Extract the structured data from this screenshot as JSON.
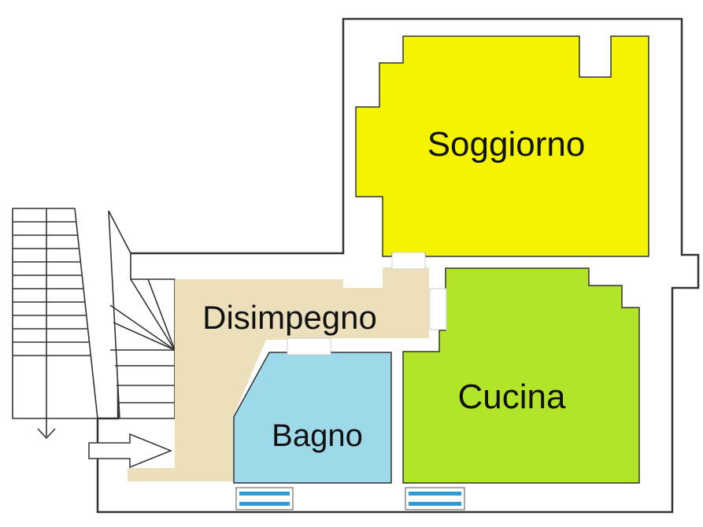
{
  "rooms": {
    "soggiorno": {
      "label": "Soggiorno",
      "color": "#F4F400"
    },
    "disimpegno": {
      "label": "Disimpegno",
      "color": "#ECE0BC"
    },
    "bagno": {
      "label": "Bagno",
      "color": "#9ED9EA"
    },
    "cucina": {
      "label": "Cucina",
      "color": "#B2E428"
    }
  },
  "colors": {
    "wall": "#FFFFFF",
    "wall_outline": "#333333",
    "window": "#2E9BD8"
  }
}
